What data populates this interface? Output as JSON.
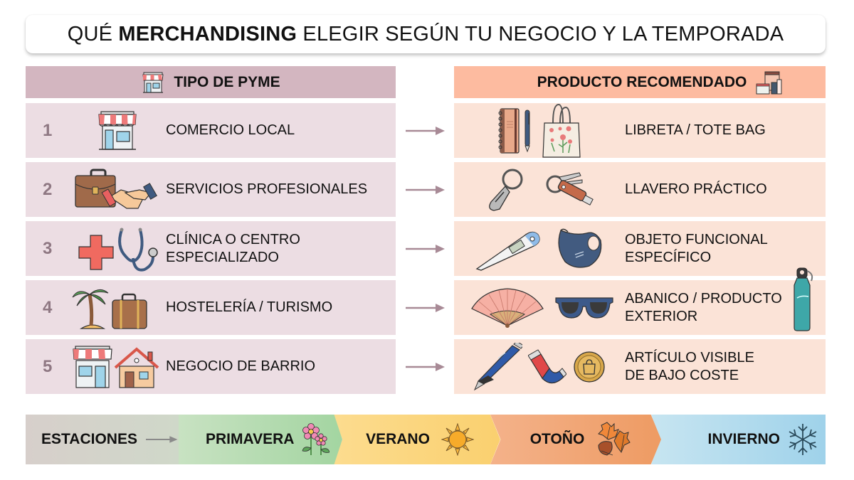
{
  "title": {
    "prefix": "QUÉ ",
    "bold": "MERCHANDISING",
    "suffix": " ELEGIR SEGÚN TU NEGOCIO Y LA TEMPORADA"
  },
  "columns": {
    "left_header": "TIPO DE PYME",
    "left_header_icon": "storefront-icon",
    "right_header": "PRODUCTO RECOMENDADO",
    "right_header_icon": "products-stack-icon"
  },
  "rows": [
    {
      "number": "1",
      "business": "COMERCIO LOCAL",
      "business_icons": [
        "storefront-icon"
      ],
      "product_line1": "LIBRETA / TOTE BAG",
      "product_line2": "",
      "product_icons": [
        "notebook-icon",
        "pen-icon",
        "tote-bag-icon"
      ]
    },
    {
      "number": "2",
      "business": "SERVICIOS PROFESIONALES",
      "business_icons": [
        "briefcase-icon",
        "handshake-icon"
      ],
      "product_line1": "LLAVERO PRÁCTICO",
      "product_line2": "",
      "product_icons": [
        "carabiner-keychain-icon",
        "usb-keychain-icon"
      ]
    },
    {
      "number": "3",
      "business_line1": "CLÍNICA O CENTRO",
      "business_line2": "ESPECIALIZADO",
      "business_icons": [
        "medical-cross-icon",
        "stethoscope-icon"
      ],
      "product_line1": "OBJETO FUNCIONAL",
      "product_line2": "ESPECÍFICO",
      "product_icons": [
        "thermometer-icon",
        "face-mask-icon"
      ]
    },
    {
      "number": "4",
      "business": "HOSTELERÍA / TURISMO",
      "business_icons": [
        "palm-tree-icon",
        "suitcase-icon"
      ],
      "product_line1": "ABANICO / PRODUCTO",
      "product_line2": "EXTERIOR",
      "product_icons": [
        "hand-fan-icon",
        "sunglasses-icon",
        "water-bottle-icon"
      ]
    },
    {
      "number": "5",
      "business": "NEGOCIO DE BARRIO",
      "business_icons": [
        "storefront-icon",
        "house-icon"
      ],
      "product_line1": "ARTÍCULO VISIBLE",
      "product_line2": "DE BAJO COSTE",
      "product_icons": [
        "ballpoint-pen-icon",
        "magnet-icon",
        "token-coin-icon"
      ]
    }
  ],
  "seasons": {
    "label": "ESTACIONES",
    "items": [
      {
        "name": "PRIMAVERA",
        "icon": "flowers-icon",
        "color": "#a7d7a5"
      },
      {
        "name": "VERANO",
        "icon": "sun-icon",
        "color": "#fad06f"
      },
      {
        "name": "OTOÑO",
        "icon": "autumn-leaves-icon",
        "color": "#ee9b63"
      },
      {
        "name": "INVIERNO",
        "icon": "snowflake-icon",
        "color": "#9fd2ea"
      }
    ]
  },
  "colors": {
    "left_header_bg": "#d3b6c0",
    "left_row_bg": "#ecdde3",
    "right_header_bg": "#fdbba0",
    "right_row_bg": "#fbe3d7",
    "arrow": "#a88a96",
    "number": "#8f7883"
  }
}
